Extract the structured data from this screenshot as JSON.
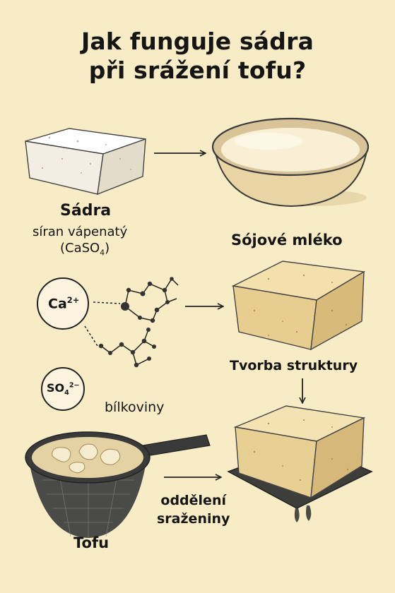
{
  "title": {
    "line1": "Jak funguje sádra",
    "line2": "při srážení tofu?"
  },
  "gypsum": {
    "name": "Sádra",
    "desc": "síran vápenatý",
    "formula_main": "(CaSO",
    "formula_sub": "4",
    "formula_end": ")"
  },
  "soy_milk": {
    "label": "Sójové mléko"
  },
  "calcium_ion": {
    "symbol": "Ca",
    "charge": "2+"
  },
  "sulfate_ion": {
    "symbol": "SO",
    "sub": "4",
    "charge": "2−"
  },
  "proteins": {
    "label": "bílkoviny"
  },
  "structure": {
    "label": "Tvorba struktury"
  },
  "separation": {
    "line1": "oddělení",
    "line2": "sraženiny"
  },
  "tofu": {
    "label": "Tofu"
  },
  "colors": {
    "background": "#f7ecc6",
    "gypsum": "#faf8f1",
    "soy_milk": "#f6ebc9",
    "tofu": "#ecd59c",
    "strainer": "#3a3a3a"
  },
  "icons": [
    "gypsum-block-icon",
    "soy-milk-bowl-icon",
    "calcium-ion-icon",
    "protein-molecule-icon",
    "sulfate-ion-icon",
    "tofu-block-icon",
    "strainer-icon",
    "tofu-on-tray-icon"
  ]
}
